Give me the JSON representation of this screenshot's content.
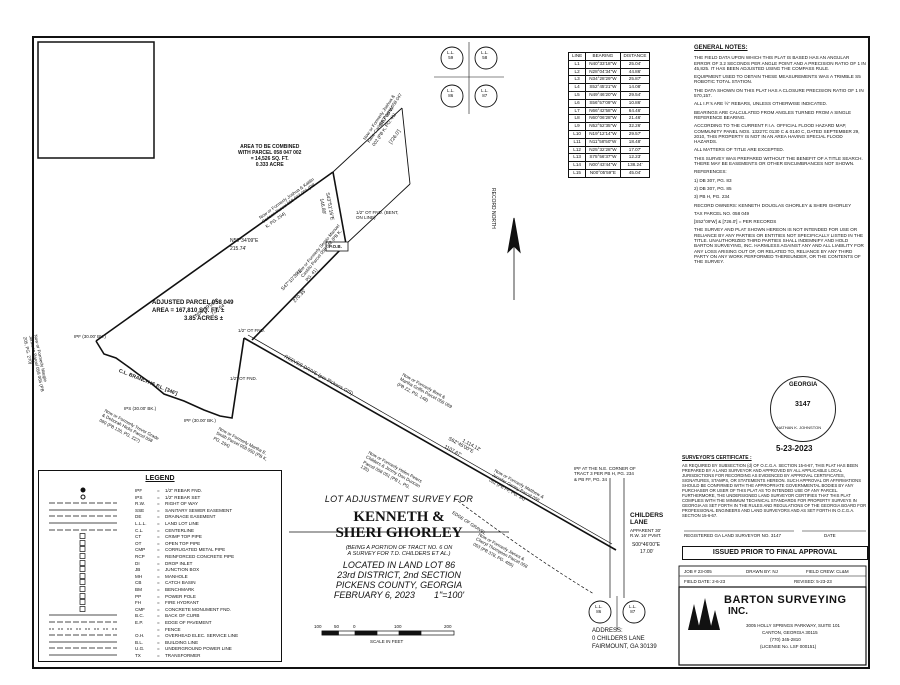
{
  "title_block": {
    "line1": "LOT ADJUSTMENT SURVEY FOR",
    "name1": "KENNETH &",
    "name2": "SHERI GHORLEY",
    "sub1": "(BEING A PORTION OF TRACT NO. 6 ON",
    "sub2": "A SURVEY FOR T.D. CHILDERS ET AL.)",
    "loc1": "LOCATED IN LAND LOT 86",
    "loc2": "23rd DISTRICT, 2nd SECTION",
    "loc3": "PICKENS COUNTY, GEORGIA",
    "date": "FEBRUARY 6, 2023",
    "scale": "1\"=100'",
    "scale_ticks": [
      "100",
      "50",
      "0",
      "100",
      "200"
    ],
    "scale_label": "SCALE IN FEET"
  },
  "address": {
    "label": "ADDRESS:",
    "line1": "0 CHILDERS LANE",
    "line2": "FAIRMOUNT, GA 30139"
  },
  "line_table": {
    "headers": [
      "LINE",
      "BEARING",
      "DISTANCE"
    ],
    "rows": [
      [
        "L1",
        "N40°33'18\"W",
        "25.04'"
      ],
      [
        "L2",
        "N28°04'34\"W",
        "44.86'"
      ],
      [
        "L3",
        "N34°28'29\"W",
        "25.87'"
      ],
      [
        "L4",
        "S52°45'21\"W",
        "14.08'"
      ],
      [
        "L5",
        "N49°46'20\"W",
        "29.54'"
      ],
      [
        "L6",
        "S56°57'09\"W",
        "10.86'"
      ],
      [
        "L7",
        "N66°42'58\"W",
        "64.46'"
      ],
      [
        "L8",
        "N60°06'28\"W",
        "21.46'"
      ],
      [
        "L9",
        "N52°52'35\"W",
        "32.26'"
      ],
      [
        "L10",
        "N19°12'14\"W",
        "29.57'"
      ],
      [
        "L11",
        "N11°58'50\"W",
        "18.48'"
      ],
      [
        "L12",
        "N25°32'28\"W",
        "17.07'"
      ],
      [
        "L13",
        "S75°56'37\"W",
        "12.23'"
      ],
      [
        "L14",
        "N00°43'44\"W",
        "138.24'"
      ],
      [
        "L15",
        "N00°05'59\"E",
        "45.04'"
      ]
    ]
  },
  "general_notes": {
    "heading": "GENERAL NOTES:",
    "items": [
      "THE FIELD DATA UPON WHICH THIS PLAT IS BASED HAS AN ANGULAR ERROR OF 3.2 SECONDS PER ANGLE POINT AND A PRECISION RATIO OF 1 IN 45,825. IT HAS BEEN ADJUSTED USING THE COMPASS RULE.",
      "EQUIPMENT USED TO OBTAIN THESE MEASUREMENTS WAS A TRIMBLE S5 ROBOTIC TOTAL STATION.",
      "THE DATA SHOWN ON THIS PLAT HAS A CLOSURE PRECISION RATIO OF 1 IN 570,157.",
      "ALL I.P.'s ARE ½\" REBARS, UNLESS OTHERWISE INDICATED.",
      "BEARINGS ARE CALCULATED FROM ANGLES TURNED FROM A SINGLE REFERENCE BEARING.",
      "ACCORDING TO THE CURRENT F.I.A. OFFICIAL FLOOD HAZARD MAP, COMMUNITY PANEL NOS. 13227C 0130 C & 0140 C, DATED SEPTEMBER 29, 2010, THIS PROPERTY IS NOT IN AN AREA HAVING SPECIAL FLOOD HAZARDS.",
      "ALL MATTERS OF TITLE ARE EXCEPTED.",
      "THIS SURVEY WAS PREPARED WITHOUT THE BENEFIT OF A TITLE SEARCH. THERE MAY BE EASEMENTS OR OTHER ENCUMBRANCES NOT SHOWN.",
      "REFERENCES:",
      "1) DB 307, PG. 83",
      "2) DB 307, PG. 85",
      "3) PB H, PG. 234",
      "RECORD OWNERS: KENNETH DOUGLAS GHORLEY & SHERI GHORLEY",
      "TAX PARCEL NO. 058 049",
      "[S52°09'W] & [726.0'] = PER RECORDS",
      "THE SURVEY AND PLAT SHOWN HEREON IS NOT INTENDED FOR USE OR RELIANCE BY ANY PARTIES OR ENTITIES NOT SPECIFICALLY LISTED IN THE TITLE. UNAUTHORIZED THIRD PARTIES SHALL INDEMNIFY AND HOLD BARTON SURVEYING, INC. HARMLESS AGAINST ANY AND ALL LIABILITY FOR ANY LOSS ARISING OUT OF, OR RELATED TO, RELIANCE BY ANY THIRD PARTY ON ANY WORK PERFORMED THEREUNDER, OR THE CONTENTS OF THE SURVEY."
    ]
  },
  "seal": {
    "outer": "GEORGIA",
    "reg": "3147",
    "name": "NATHAN K. JOHNSTON",
    "date": "5-23-2023"
  },
  "certificate": {
    "heading": "SURVEYOR'S CERTIFICATE :",
    "text": "AS REQUIRED BY SUBSECTION (d) OF O.C.G.A. SECTION 15-6-67, THIS PLAT HAS BEEN PREPARED BY A LAND SURVEYOR AND APPROVED BY ALL APPLICABLE LOCAL JURISDICTIONS FOR RECORDING AS EVIDENCED BY APPROVAL CERTIFICATES, SIGNATURES, STAMPS, OR STATEMENTS HEREON. SUCH APPROVAL OR AFFIRMATIONS SHOULD BE CONFIRMED WITH THE APPROPRIATE GOVERNMENTAL BODIES BY ANY PURCHASER OR USER OF THIS PLAT AS TO INTENDED USE OF ANY PARCEL. FURTHERMORE, THE UNDERSIGNED LAND SURVEYOR CERTIFIES THAT THIS PLAT COMPLIES WITH THE MINIMUM TECHNICAL STANDARDS FOR PROPERTY SURVEYS IN GEORGIA AS SET FORTH IN THE RULES AND REGULATIONS OF THE GEORGIA BOARD FOR PROFESSIONAL ENGINEERS AND LAND SURVEYORS AND AS SET FORTH IN O.C.G.A. SECTION 15-6-67.",
    "sig_label": "REGISTERED GA LAND SURVEYOR NO. 3147",
    "date_label": "DATE",
    "approval": "ISSUED PRIOR TO FINAL APPROVAL"
  },
  "job_info": {
    "job": "JOB # 23-005",
    "drawn": "DRAWN BY: NJ",
    "crew": "FIELD CREW: CL&M",
    "field_date": "FIELD DATE: 2-6-23",
    "revised": "REVISED: 5-23-23"
  },
  "company": {
    "name": "BARTON SURVEYING",
    "inc": "INC.",
    "address1": "3005 HOLLY SPRINGS PARKWAY, SUITE 101",
    "address2": "CANTON, GEORGIA 30115",
    "phone": "(770) 345-2810",
    "license": "(LICENSE No. LSF 000151)"
  },
  "legend": {
    "title": "LEGEND",
    "items": [
      [
        "IPF",
        "1/2\" REBAR FND."
      ],
      [
        "IPS",
        "1/2\" REBAR SET"
      ],
      [
        "R.W.",
        "RIGHT OF WAY"
      ],
      [
        "SSE",
        "SANITARY SEWER EASEMENT"
      ],
      [
        "DE",
        "DRAINAGE EASEMENT"
      ],
      [
        "L.L.L.",
        "LAND LOT LINE"
      ],
      [
        "C.L.",
        "CENTERLINE"
      ],
      [
        "CT",
        "CRIMP TOP PIPE"
      ],
      [
        "OT",
        "OPEN TOP PIPE"
      ],
      [
        "CMP",
        "CORRUGATED METAL PIPE"
      ],
      [
        "RCP",
        "REINFORCED CONCRETE PIPE"
      ],
      [
        "DI",
        "DROP INLET"
      ],
      [
        "JB",
        "JUNCTION BOX"
      ],
      [
        "MH",
        "MANHOLE"
      ],
      [
        "CB",
        "CATCH BASIN"
      ],
      [
        "BM",
        "BENCHMARK"
      ],
      [
        "PP",
        "POWER POLE"
      ],
      [
        "FH",
        "FIRE HYDRANT"
      ],
      [
        "CMF",
        "CONCRETE MONUMENT FND."
      ],
      [
        "B.C.",
        "BACK OF CURB"
      ],
      [
        "E.P.",
        "EDGE OF PAVEMENT"
      ],
      [
        "",
        "FENCE"
      ],
      [
        "O.H.",
        "OVERHEAD ELEC. SERVICE LINE"
      ],
      [
        "B.L.",
        "BUILDING LINE"
      ],
      [
        "U.G.",
        "UNDERGROUND POWER LINE"
      ],
      [
        "TX",
        "TRANSFORMER"
      ]
    ]
  },
  "land_lots": {
    "top": [
      {
        "ll": "L.L.",
        "n": "59"
      },
      {
        "ll": "L.L.",
        "n": "58"
      },
      {
        "ll": "L.L.",
        "n": "86"
      },
      {
        "ll": "L.L.",
        "n": "87"
      }
    ],
    "bottom": [
      {
        "ll": "L.L.",
        "n": "86"
      },
      {
        "ll": "L.L.",
        "n": "87"
      }
    ]
  },
  "plat": {
    "combine_area": "AREA TO BE COMBINED\nWITH PARCEL 058 047 002\n= 14,526 SQ. FT.\n0.333 ACRE",
    "adjusted_parcel": "ADJUSTED PARCEL 058 049",
    "adjusted_area": "AREA = 167,810 SQ. FT. ±",
    "adjusted_acres": "3.85 ACRES ±",
    "pob": "P.O.B.",
    "road_reeves": "REEVES DRIVE (per Pickens GIS)",
    "road_childers": "CHILDERS LANE",
    "childers_note": "APPARENT 30' R.W. 16' PVMT.",
    "branch": "C.L. BRANCH IS P.L. [346']",
    "record_north": "RECORD NORTH",
    "ipf_ne": "IPF AT THE N.E. CORNER OF TRACT 3 PER PB H, PG. 234 & PB FF, PG. 34",
    "bearings": [
      "N50°29'06\"E",
      "S43°51'16\"E",
      "S47°10'39\"E",
      "S62°45'00\"E",
      "S00°46'00\"E",
      "N59°34'09\"E",
      "S53°09'W",
      "[726.0']"
    ],
    "distances": [
      "720.64'",
      "146.89'",
      "270.35'",
      "1107.67'",
      "17.00'",
      "215.74'",
      "1,114.12'"
    ],
    "owners": [
      "Now or Formerly Joshua & Kaitlin Carlson Parcel 058 047 001 (PB K, PG. 294)",
      "Now or Formerly Joshua & Katie Carlson Parcel 058 047 002 (PB K, PG. 41)",
      "Now or Formerly Sergio Manuel Castillo Parcel 058 048 (PB K, PG. 41)",
      "Now or Formerly Margie Johnson Parcel 058 065 (PB 205, PG. 270)",
      "Now or Formerly Brett & Martha Griffin Parcel 058 069 (PB ZZ, PG. 148)",
      "Now or Formerly Trevor Grade & Deborah Hicks Parcel 058 090 (PB 136, PG. 227)",
      "Now or Formerly Martha E. Smith Parcel 058 050 (PB K, PG. 294)",
      "Now or Formerly Helen Peters Childers & Jimmy Don Duncan Parcel 058 051 (PB L, PG. 135)",
      "Now or Formerly Matthew & Jennifer Gentry Parcel 058 052 (PB FF, PG. 34)",
      "Now or Formerly James & Cheryl Thompson Parcel 058 053 (PB 378, PG. 465)"
    ],
    "labels_misc": [
      "1/2\" OT FND. (BENT, ON LINE)",
      "1/2\" OT FND.",
      "IPF (30.00' BK.)",
      "IPS (30.00' BK.)",
      "1/2\" OT FND.",
      "IPF (30.00' BK.)",
      "EDGE OF GRAVEL"
    ]
  }
}
